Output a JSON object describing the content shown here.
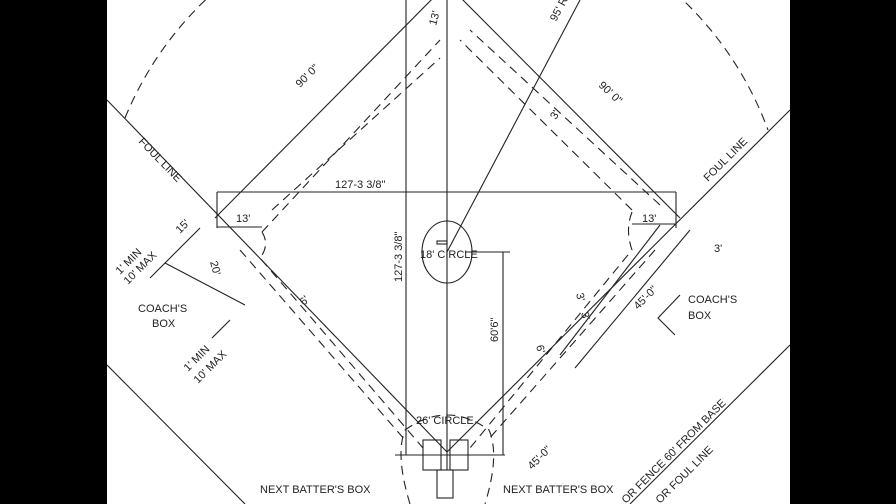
{
  "labels": {
    "base_left": "90' 0\"",
    "base_right": "90' 0\"",
    "radius": "95' R",
    "foul_left": "FOUL LINE",
    "foul_right": "FOUL LINE",
    "diag_h": "127-3 3/8\"",
    "diag_v": "127-3 3/8\"",
    "thirteen_top": "13'",
    "thirteen_left": "13'",
    "thirteen_right": "13'",
    "three_top": "3'",
    "three_right": "3'",
    "fifteen": "15'",
    "twenty": "20'",
    "six_left": "6'",
    "six_right": "6'",
    "three_a": "3'",
    "three_b": "3'",
    "min_max_1a": "1' MIN",
    "min_max_1b": "10' MAX",
    "min_max_2a": "1' MIN",
    "min_max_2b": "10' MAX",
    "coach_left_1": "COACH'S",
    "coach_left_2": "BOX",
    "coach_right_1": "COACH'S",
    "coach_right_2": "BOX",
    "circle_18": "18' CIRCLE",
    "circle_26": "26' CIRCLE",
    "sixty_six": "60'6\"",
    "forty_five_a": "45'-0\"",
    "forty_five_b": "45'-0\"",
    "next_batter_left": "NEXT BATTER'S BOX",
    "next_batter_right": "NEXT BATTER'S BOX",
    "fence_1": "OR FENCE 60' FROM BASE",
    "fence_2": "OR FOUL LINE"
  }
}
